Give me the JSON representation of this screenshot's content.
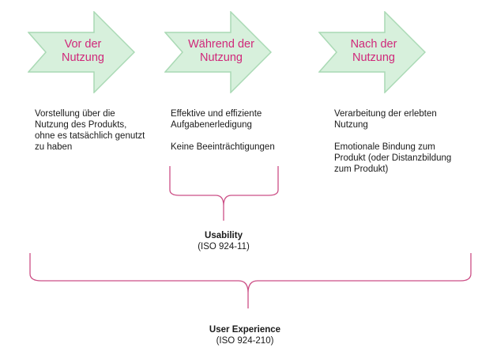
{
  "colors": {
    "arrow_fill": "#d7f0dc",
    "arrow_stroke": "#a9d9b4",
    "arrow_text": "#d0287a",
    "brace": "#cc4f86"
  },
  "phases": [
    {
      "label_lines": [
        "Vor der",
        "Nutzung"
      ],
      "paragraphs": [
        "Vorstellung über die Nutzung des Produkts, ohne es tatsächlich genutzt zu haben"
      ]
    },
    {
      "label_lines": [
        "Während der",
        "Nutzung"
      ],
      "paragraphs": [
        "Effektive und effiziente Aufgabenerledigung",
        "Keine Beeinträchtigungen"
      ]
    },
    {
      "label_lines": [
        "Nach der",
        "Nutzung"
      ],
      "paragraphs": [
        "Verarbeitung der erlebten Nutzung",
        "Emotionale Bindung zum Produkt (oder Distanzbildung zum Produkt)"
      ]
    }
  ],
  "usability": {
    "title": "Usability",
    "standard": "(ISO 924-11)"
  },
  "user_experience": {
    "title": "User Experience",
    "standard": "(ISO 924-210)"
  }
}
